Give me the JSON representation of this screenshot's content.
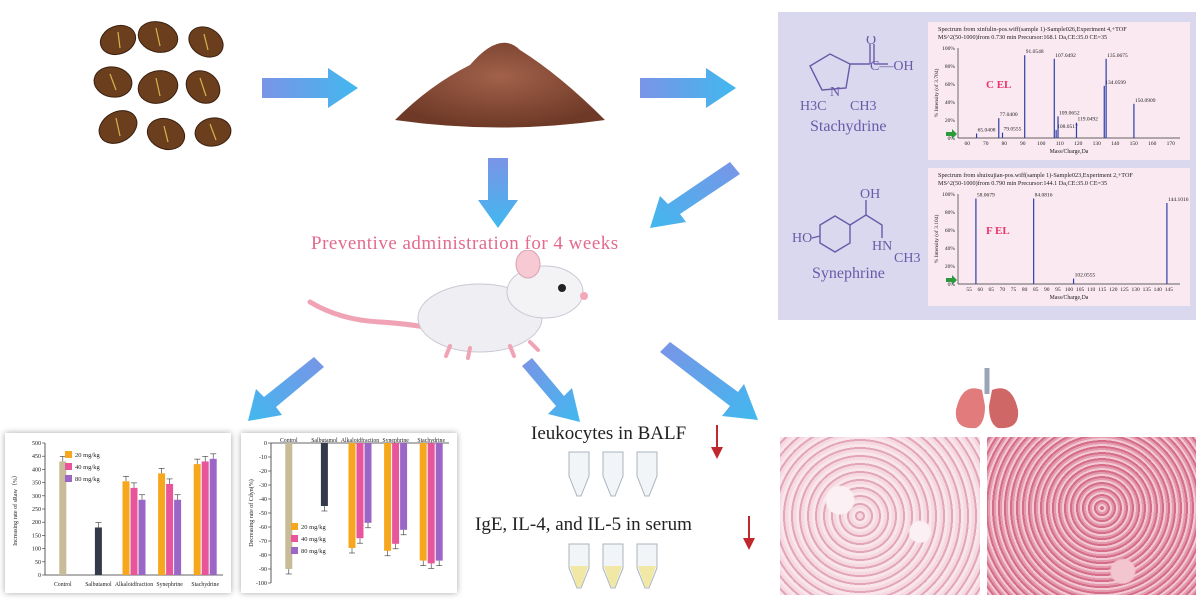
{
  "title": "Preventive administration for 4 weeks",
  "compounds": [
    {
      "name": "Stachydrine",
      "tag": "C  EL",
      "spectrum_header": "Spectrum from xinfulin-pos.wiff(sample 1)-Sample026,Experiment 4,+TOF",
      "spectrum_header2": "MS^2(50-1000)from 0.730 min Precursor:168.1 Da,CE:35.0 CE=35",
      "ylabel": "% Intensity (of 3.704)",
      "xlabel": "Mass/Charge,Da",
      "formula_labels": [
        "O",
        "C—OH",
        "N",
        "H3C",
        "CH3"
      ],
      "yticks": [
        "100%",
        "80%",
        "60%",
        "40%",
        "20%",
        "0%"
      ],
      "xticks": [
        "60",
        "70",
        "80",
        "90",
        "100",
        "110",
        "120",
        "130",
        "140",
        "150",
        "160",
        "170"
      ],
      "peaks": [
        {
          "mz": 65.0408,
          "rel": 5,
          "label": "65.0408"
        },
        {
          "mz": 77.04,
          "rel": 22,
          "label": "77.0400"
        },
        {
          "mz": 79.0555,
          "rel": 6,
          "label": "79.0555"
        },
        {
          "mz": 91.0548,
          "rel": 92,
          "label": "91.0548"
        },
        {
          "mz": 107.0492,
          "rel": 88,
          "label": "107.0492"
        },
        {
          "mz": 108.0517,
          "rel": 9,
          "label": "108.0517"
        },
        {
          "mz": 109.0652,
          "rel": 24,
          "label": "109.0652"
        },
        {
          "mz": 119.0492,
          "rel": 17,
          "label": "119.0492"
        },
        {
          "mz": 134.0599,
          "rel": 58,
          "label": "134.0599"
        },
        {
          "mz": 135.0675,
          "rel": 88,
          "label": "135.0675"
        },
        {
          "mz": 150.0909,
          "rel": 38,
          "label": "150.0909"
        }
      ]
    },
    {
      "name": "Synephrine",
      "tag": "F  EL",
      "spectrum_header": "Spectrum from shuixujian-pos.wiff(sample 1)-Sample023,Experiment 2,+TOF",
      "spectrum_header2": "MS^2(50-1000)from 0.790 min Precursor:144.1 Da,CE:35.0 CE=35",
      "ylabel": "% Intensity (of 3.104)",
      "xlabel": "Mass/Charge,Da",
      "formula_labels": [
        "OH",
        "HO",
        "HN",
        "CH3"
      ],
      "yticks": [
        "100%",
        "80%",
        "60%",
        "40%",
        "20%",
        "0%"
      ],
      "xticks": [
        "55",
        "60",
        "65",
        "70",
        "75",
        "80",
        "85",
        "90",
        "95",
        "100",
        "105",
        "110",
        "115",
        "120",
        "125",
        "130",
        "135",
        "140",
        "145"
      ],
      "peaks": [
        {
          "mz": 58.0679,
          "rel": 95,
          "label": "58.0679"
        },
        {
          "mz": 84.0816,
          "rel": 95,
          "label": "84.0816"
        },
        {
          "mz": 102.0555,
          "rel": 6,
          "label": "102.0555"
        },
        {
          "mz": 144.1016,
          "rel": 90,
          "label": "144.1016"
        }
      ]
    }
  ],
  "results": {
    "leukocytes": "Ieukocytes in BALF",
    "serum": "IgE, IL-4, and IL-5 in serum"
  },
  "chart_data": [
    {
      "type": "bar",
      "categories": [
        "Control",
        "Salbutamol",
        "Alkaloidfraction",
        "Synephrine",
        "Stachydrine"
      ],
      "ylabel": "Increasing rate of sRaw（%）",
      "ylim": [
        0,
        500
      ],
      "yticks": [
        0,
        50,
        100,
        150,
        200,
        250,
        300,
        350,
        400,
        450,
        500
      ],
      "single_values": {
        "Control": 430,
        "Salbutamol": 180
      },
      "single_colors": {
        "Control": "#c8bb97",
        "Salbutamol": "#333a4a"
      },
      "series": [
        {
          "name": "20 mg/kg",
          "color": "#f7a71e",
          "values": [
            null,
            null,
            355,
            385,
            420
          ]
        },
        {
          "name": "40 mg/kg",
          "color": "#e8559b",
          "values": [
            null,
            null,
            330,
            345,
            430
          ]
        },
        {
          "name": "80 mg/kg",
          "color": "#9b66c6",
          "values": [
            null,
            null,
            285,
            285,
            440
          ]
        }
      ]
    },
    {
      "type": "bar",
      "categories": [
        "Control",
        "Salbutamol",
        "Alkaloidfraction",
        "Synephrine",
        "Stachydrine"
      ],
      "ylabel": "Decreasing rate of Cdyn(%)",
      "ylim": [
        -100,
        0
      ],
      "yticks": [
        0,
        -10,
        -20,
        -30,
        -40,
        -50,
        -60,
        -70,
        -80,
        -90,
        -100
      ],
      "single_values": {
        "Control": -90,
        "Salbutamol": -45
      },
      "single_colors": {
        "Control": "#c8bb97",
        "Salbutamol": "#333a4a"
      },
      "series": [
        {
          "name": "20 mg/kg",
          "color": "#f7a71e",
          "values": [
            null,
            null,
            -75,
            -77,
            -84
          ]
        },
        {
          "name": "40 mg/kg",
          "color": "#e8559b",
          "values": [
            null,
            null,
            -68,
            -72,
            -86
          ]
        },
        {
          "name": "80 mg/kg",
          "color": "#9b66c6",
          "values": [
            null,
            null,
            -57,
            -62,
            -84
          ]
        }
      ]
    }
  ]
}
